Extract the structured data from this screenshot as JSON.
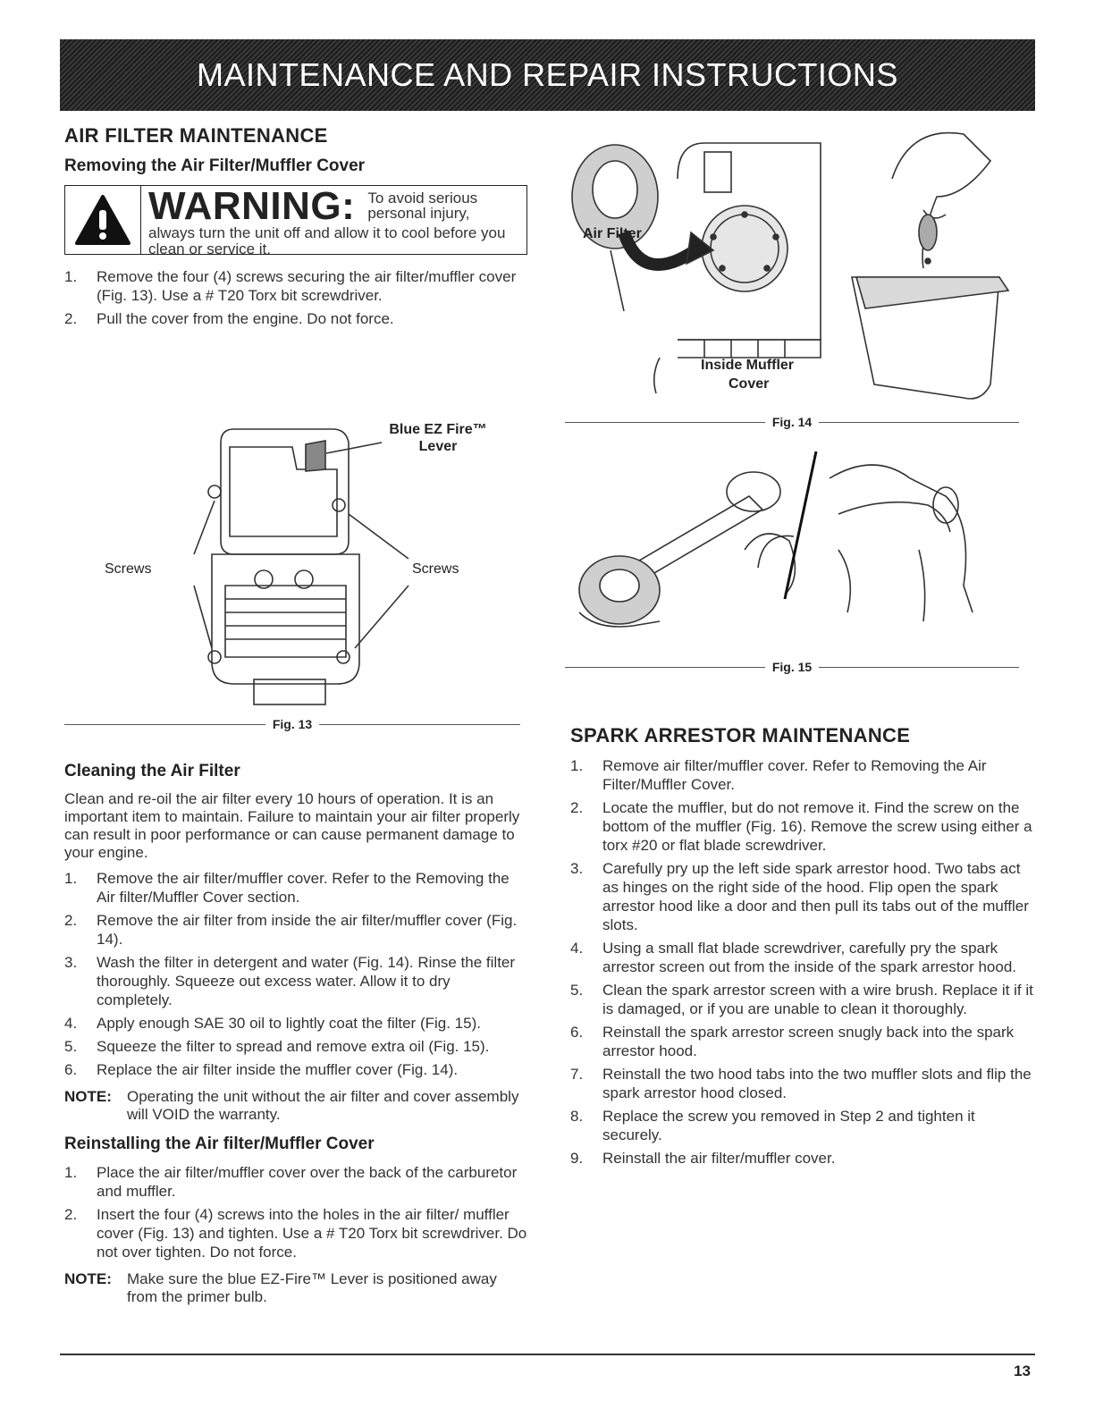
{
  "banner": {
    "title": "MAINTENANCE AND REPAIR INSTRUCTIONS"
  },
  "air_filter": {
    "heading": "AIR FILTER MAINTENANCE",
    "removing": {
      "heading": "Removing the Air Filter/Muffler Cover",
      "warning": {
        "word": "WARNING:",
        "side_text": "To avoid serious personal injury,",
        "body": "always turn the unit off and allow it to cool before you clean or service it."
      },
      "steps": [
        {
          "n": "1.",
          "text": "Remove the four (4) screws securing the air filter/muffler cover (Fig. 13). Use a # T20 Torx bit screwdriver."
        },
        {
          "n": "2.",
          "text": "Pull the cover from the engine. Do not force."
        }
      ]
    },
    "fig13": {
      "caption": "Fig. 13",
      "label_lever": "Blue EZ Fire™ Lever",
      "label_screws_left": "Screws",
      "label_screws_right": "Screws"
    },
    "cleaning": {
      "heading": "Cleaning the Air Filter",
      "intro": "Clean and re-oil the air filter every 10 hours of operation. It is an important item to maintain. Failure to maintain your air filter properly can result in poor performance or can cause permanent damage to your engine.",
      "steps": [
        {
          "n": "1.",
          "text": "Remove the air filter/muffler cover. Refer to the Removing the Air filter/Muffler Cover section."
        },
        {
          "n": "2.",
          "text": "Remove the air filter from inside the air filter/muffler cover (Fig. 14)."
        },
        {
          "n": "3.",
          "text": "Wash the filter in detergent and water (Fig. 14). Rinse the filter thoroughly. Squeeze out excess water. Allow it to dry completely."
        },
        {
          "n": "4.",
          "text": "Apply enough SAE 30 oil to lightly coat the filter (Fig. 15)."
        },
        {
          "n": "5.",
          "text": "Squeeze the filter to spread and remove extra oil (Fig. 15)."
        },
        {
          "n": "6.",
          "text": "Replace the air filter inside the muffler cover (Fig. 14)."
        }
      ],
      "note_label": "NOTE:",
      "note_text": "Operating the unit without the air filter and cover assembly will VOID the warranty."
    },
    "reinstalling": {
      "heading": "Reinstalling the Air filter/Muffler Cover",
      "steps": [
        {
          "n": "1.",
          "text": "Place the air filter/muffler cover over the back of the carburetor and muffler."
        },
        {
          "n": "2.",
          "text": "Insert the four (4) screws into the holes in the air filter/ muffler cover (Fig. 13) and tighten. Use a # T20 Torx bit screwdriver. Do not over tighten. Do not force."
        }
      ],
      "note_label": "NOTE:",
      "note_text": "Make sure the blue EZ-Fire™ Lever is positioned away from the primer bulb."
    }
  },
  "fig14": {
    "caption": "Fig. 14",
    "label_air_filter": "Air Filter",
    "label_inside_muffler": "Inside Muffler",
    "label_cover": "Cover"
  },
  "fig15": {
    "caption": "Fig. 15"
  },
  "spark": {
    "heading": "SPARK ARRESTOR MAINTENANCE",
    "steps": [
      {
        "n": "1.",
        "text": "Remove air filter/muffler cover. Refer to Removing the Air Filter/Muffler Cover."
      },
      {
        "n": "2.",
        "text": "Locate the muffler, but do not remove it. Find the screw on the bottom of the muffler (Fig. 16). Remove the screw using either a torx #20 or flat blade screwdriver."
      },
      {
        "n": "3.",
        "text": "Carefully pry up the left side spark arrestor hood. Two tabs act as hinges on the right side of the hood. Flip open the spark arrestor hood like a door and then pull its tabs out of the muffler slots."
      },
      {
        "n": "4.",
        "text": "Using a small flat blade screwdriver, carefully pry the spark arrestor screen out from the inside of the spark arrestor hood."
      },
      {
        "n": "5.",
        "text": "Clean the spark arrestor screen with a wire brush. Replace it if it is damaged, or if you are unable to clean it thoroughly."
      },
      {
        "n": "6.",
        "text": "Reinstall the spark arrestor screen snugly back into the spark arrestor hood."
      },
      {
        "n": "7.",
        "text": "Reinstall the two hood tabs into the two muffler slots and flip the spark arrestor hood closed."
      },
      {
        "n": "8.",
        "text": "Replace the screw you removed in Step 2 and tighten it securely."
      },
      {
        "n": "9.",
        "text": "Reinstall the air filter/muffler cover."
      }
    ]
  },
  "page_number": "13"
}
